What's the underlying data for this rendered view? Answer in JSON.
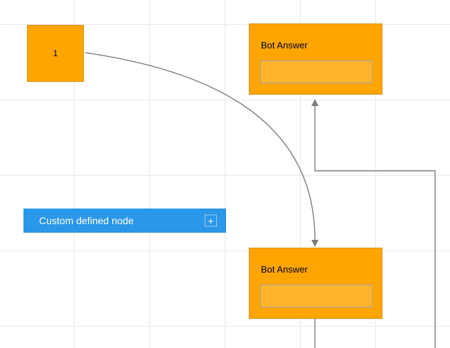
{
  "canvas": {
    "background": "#ffffff",
    "grid_color": "#e9e9e9"
  },
  "palette": {
    "node_orange": "#ffa500",
    "node_orange_border": "#d98e00",
    "inner_box_fill": "#ffb42b",
    "inner_box_border": "#a6a6a6",
    "node_blue": "#2b97e8",
    "connector_gray": "#7d7d7d",
    "text_dark": "#000000",
    "text_light": "#ffffff"
  },
  "nodes": {
    "square": {
      "label": "1"
    },
    "bot_top": {
      "label": "Bot Answer"
    },
    "bot_bottom": {
      "label": "Bot Answer"
    },
    "custom": {
      "label": "Custom defined node",
      "add_icon": "+"
    }
  },
  "connectors": {
    "curve": "bezier from node 1 to bottom Bot Answer, arrow down",
    "orthogonal": "right-side orthogonal connector into top Bot Answer, arrow up",
    "stub": "vertical stub leaving bottom Bot Answer downward off-canvas"
  }
}
